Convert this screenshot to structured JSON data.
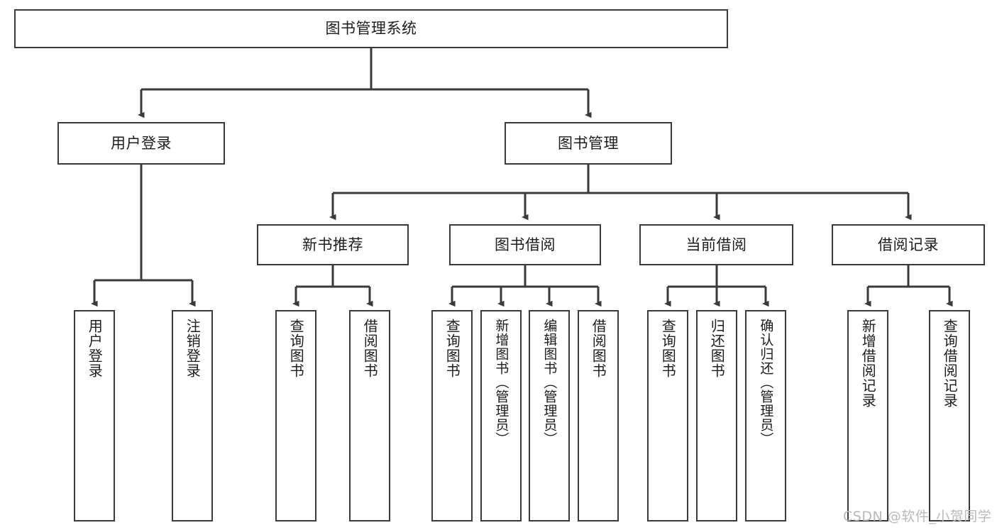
{
  "diagram": {
    "title": "图书管理系统",
    "type": "tree-hierarchy",
    "root": {
      "label": "图书管理系统"
    },
    "level2": [
      {
        "label": "用户登录"
      },
      {
        "label": "图书管理"
      }
    ],
    "level3": [
      {
        "label": "新书推荐"
      },
      {
        "label": "图书借阅"
      },
      {
        "label": "当前借阅"
      },
      {
        "label": "借阅记录"
      }
    ],
    "leaves": {
      "user_login": [
        {
          "label": "用户登录"
        },
        {
          "label": "注销登录"
        }
      ],
      "new_book_recommend": [
        {
          "label": "查询图书"
        },
        {
          "label": "借阅图书"
        }
      ],
      "book_borrow": [
        {
          "label": "查询图书"
        },
        {
          "label": "新增图书（管理员）"
        },
        {
          "label": "编辑图书（管理员）"
        },
        {
          "label": "借阅图书"
        }
      ],
      "current_borrow": [
        {
          "label": "查询图书"
        },
        {
          "label": "归还图书"
        },
        {
          "label": "确认归还（管理员）"
        }
      ],
      "borrow_record": [
        {
          "label": "新增借阅记录"
        },
        {
          "label": "查询借阅记录"
        }
      ]
    }
  },
  "watermark": {
    "text": "CSDN @软件_小贺同学"
  },
  "colors": {
    "stroke": "#3a3a3a",
    "text": "#1d1d1d",
    "background": "#ffffff",
    "watermark": "#b9b9b9"
  }
}
